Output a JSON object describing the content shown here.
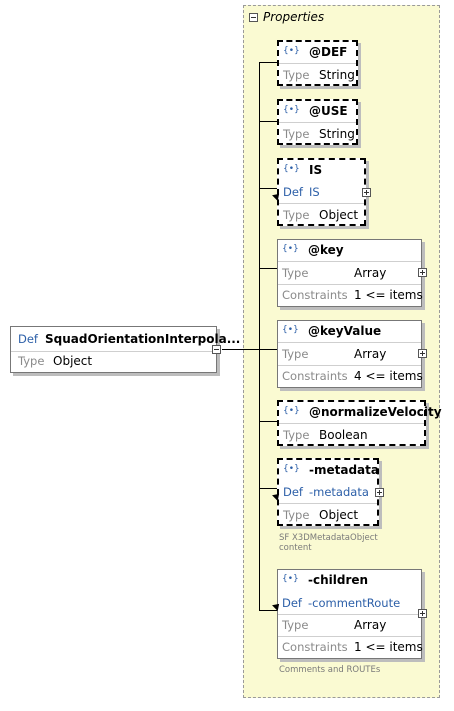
{
  "group": {
    "title": "Properties"
  },
  "root": {
    "def_label": "Def",
    "name": "SquadOrientationInterpola...",
    "type_label": "Type",
    "type_value": "Object"
  },
  "nodes": [
    {
      "name": "@DEF",
      "type_label": "Type",
      "type_value": "String"
    },
    {
      "name": "@USE",
      "type_label": "Type",
      "type_value": "String"
    },
    {
      "name": "IS",
      "def_label": "Def",
      "def_value": "IS",
      "type_label": "Type",
      "type_value": "Object"
    },
    {
      "name": "@key",
      "type_label": "Type",
      "type_value": "Array",
      "constraints_label": "Constraints",
      "constraints_value": "1 <= items"
    },
    {
      "name": "@keyValue",
      "type_label": "Type",
      "type_value": "Array",
      "constraints_label": "Constraints",
      "constraints_value": "4 <= items"
    },
    {
      "name": "@normalizeVelocity",
      "type_label": "Type",
      "type_value": "Boolean"
    },
    {
      "name": "-metadata",
      "def_label": "Def",
      "def_value": "-metadata",
      "type_label": "Type",
      "type_value": "Object",
      "note": "SF X3DMetadataObject content"
    },
    {
      "name": "-children",
      "def_label": "Def",
      "def_value": "-commentRoute",
      "type_label": "Type",
      "type_value": "Array",
      "constraints_label": "Constraints",
      "constraints_value": "1 <= items",
      "note": "Comments and ROUTEs"
    }
  ]
}
